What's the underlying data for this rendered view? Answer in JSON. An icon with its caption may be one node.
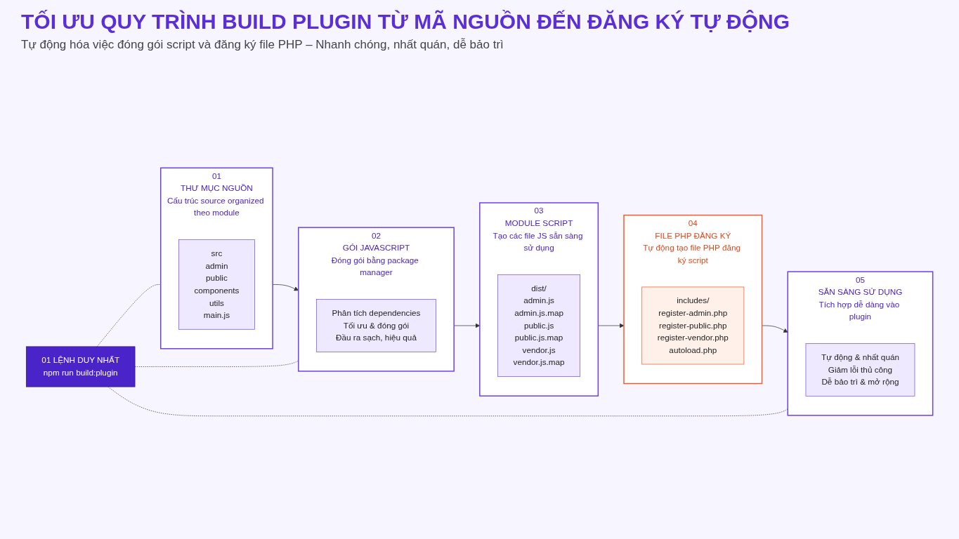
{
  "diagram": {
    "title": "TỐI ƯU QUY TRÌNH BUILD PLUGIN TỪ MÃ NGUỒN ĐẾN ĐĂNG KÝ TỰ ĐỘNG",
    "caption": "Tự động hóa việc đóng gói script và đăng ký file PHP – Nhanh chóng, nhất quán, dễ bảo trì",
    "nodes": [
      {
        "text": [
          "01",
          "THƯ MỤC NGUỒN",
          "Cấu trúc source organized theo module"
        ]
      },
      {
        "text": [
          "src",
          "admin",
          "public",
          "components",
          "utils",
          "main.js"
        ],
        "in": 0
      },
      {
        "text": [
          "02",
          "GÓI JAVASCRIPT",
          "Đóng gói bằng package manager"
        ]
      },
      {
        "text": [
          "Phân tích dependencies",
          "Tối ưu & đóng gói",
          "Đầu ra sạch, hiệu quả"
        ],
        "in": 2
      },
      {
        "text": [
          "03",
          "MODULE SCRIPT",
          "Tạo các file JS sẵn sàng sử dụng"
        ]
      },
      {
        "text": [
          "dist/",
          "admin.js",
          "admin.js.map",
          "public.js",
          "public.js.map",
          "vendor.js",
          "vendor.js.map"
        ],
        "in": 4
      },
      {
        "text": [
          "04",
          "FILE PHP ĐĂNG KÝ",
          "Tự động tạo file PHP đăng ký script"
        ]
      },
      {
        "text": [
          "includes/",
          "register-admin.php",
          "register-public.php",
          "register-vendor.php",
          "autoload.php"
        ],
        "in": 6
      },
      {
        "text": [
          "05",
          "SẴN SÀNG SỬ DỤNG",
          "Tích hợp dễ dàng vào plugin"
        ]
      },
      {
        "text": [
          "Tự động & nhất quán",
          "Giảm lỗi thủ công",
          "Dễ bảo trì & mở rộng"
        ],
        "in": 8
      },
      {
        "text": [
          "01 LỆNH DUY NHẤT",
          "npm run build:plugin"
        ]
      }
    ],
    "edges": [
      {
        "from": 0,
        "to": 2,
        "arrow": "to"
      },
      {
        "from": 2,
        "to": 4,
        "arrow": "to"
      },
      {
        "from": 4,
        "to": 6,
        "arrow": "to"
      },
      {
        "from": 6,
        "to": 8,
        "arrow": "to"
      },
      {
        "from": 10,
        "to": 0,
        "arrow": "none",
        "style": "dashed"
      },
      {
        "from": 10,
        "to": 2,
        "arrow": "none",
        "style": "dashed"
      },
      {
        "from": 10,
        "to": 8,
        "arrow": "none",
        "style": "dashed"
      }
    ]
  }
}
